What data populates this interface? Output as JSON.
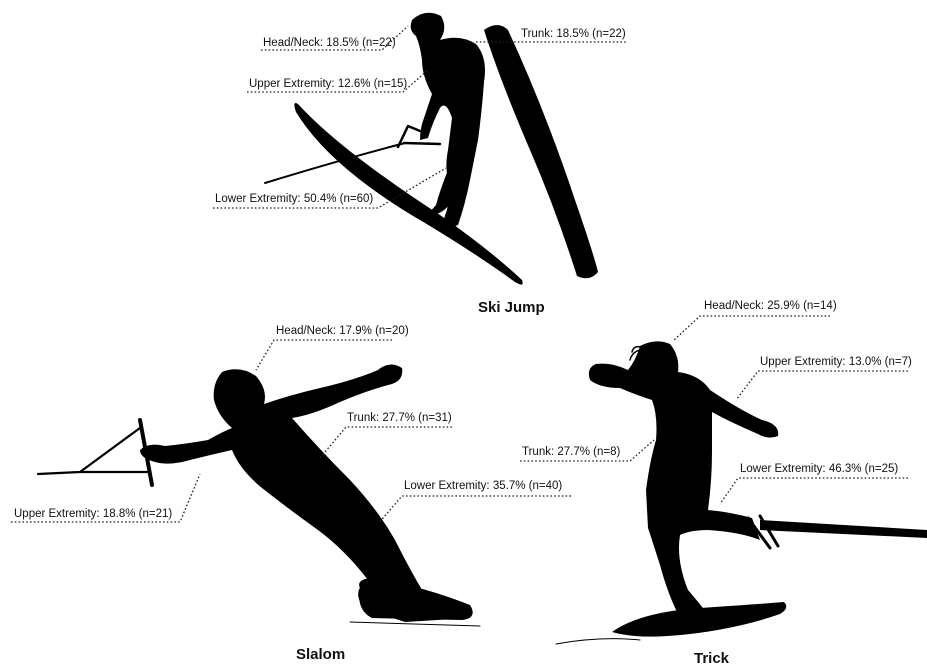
{
  "panels": {
    "ski_jump": {
      "title": "Ski Jump",
      "labels": {
        "head_neck": "Head/Neck: 18.5% (n=22)",
        "trunk": "Trunk: 18.5% (n=22)",
        "upper_extremity": "Upper Extremity: 12.6% (n=15)",
        "lower_extremity": "Lower Extremity: 50.4% (n=60)"
      }
    },
    "slalom": {
      "title": "Slalom",
      "labels": {
        "head_neck": "Head/Neck: 17.9% (n=20)",
        "trunk": "Trunk: 27.7% (n=31)",
        "lower_extremity": "Lower Extremity: 35.7% (n=40)",
        "upper_extremity": "Upper Extremity: 18.8% (n=21)"
      }
    },
    "trick": {
      "title": "Trick",
      "labels": {
        "head_neck": "Head/Neck: 25.9% (n=14)",
        "upper_extremity": "Upper Extremity: 13.0% (n=7)",
        "trunk": "Trunk: 27.7% (n=8)",
        "lower_extremity": "Lower Extremity: 46.3% (n=25)"
      }
    }
  },
  "colors": {
    "silhouette": "#000000",
    "text": "#111111",
    "background": "#ffffff"
  }
}
